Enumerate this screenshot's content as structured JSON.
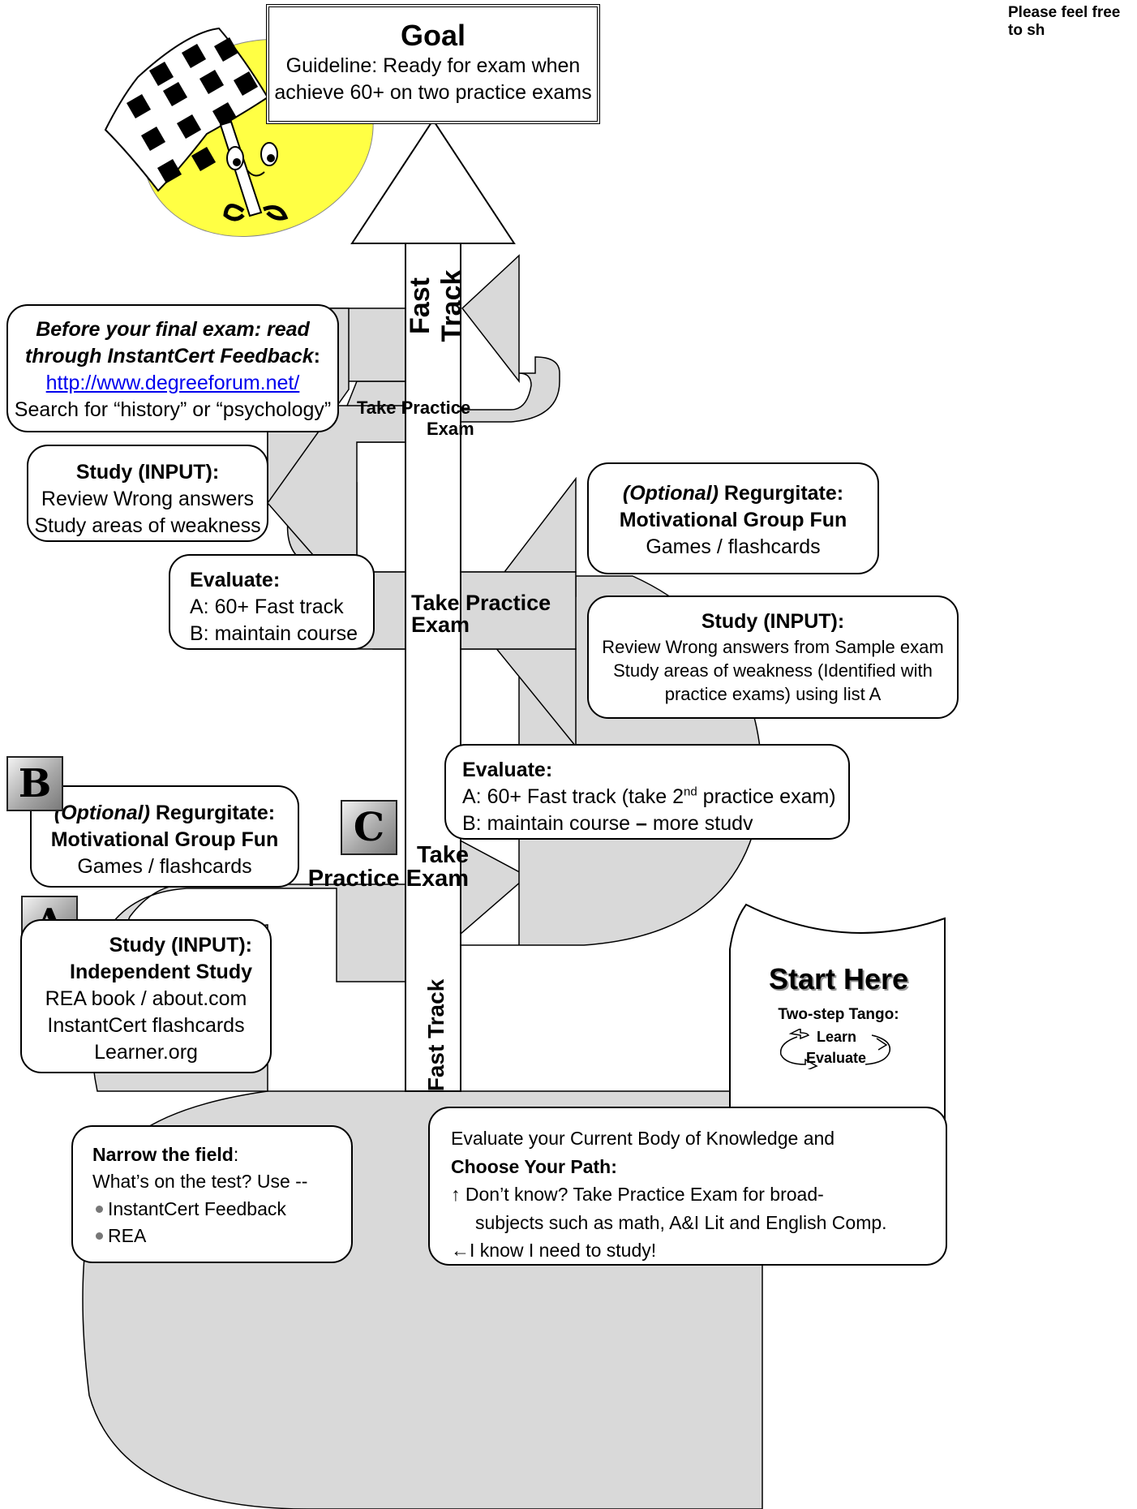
{
  "corner_note": "Please feel free to sh",
  "goal": {
    "title": "Goal",
    "lines": [
      "Guideline: Ready for exam when",
      "achieve 60+ on two practice exams"
    ]
  },
  "fast_track_top": "Fast Track",
  "fast_track_bottom": "Fast Track",
  "before_final": {
    "line1": "Before your final exam: read",
    "line2_italic": "through InstantCert Feedback",
    "line2_end": ":",
    "url": "http://www.degreeforum.net/",
    "search": "Search for “history” or “psychology”"
  },
  "take_practice_1": {
    "line1": "Take Practice",
    "line2": "Exam"
  },
  "study_top_left": {
    "title": "Study (INPUT):",
    "lines": [
      "Review Wrong answers",
      "Study areas of weakness"
    ]
  },
  "optional_top_right": {
    "italic": "(Optional)",
    "title": " Regurgitate:",
    "subtitle": "Motivational Group Fun",
    "body": "Games / flashcards"
  },
  "evaluate_mid": {
    "title": "Evaluate:",
    "lines": [
      "A: 60+ Fast track",
      "B: maintain course"
    ]
  },
  "take_practice_2": {
    "line1": "Take Practice",
    "line2": "Exam"
  },
  "study_right": {
    "title": "Study (INPUT):",
    "lines": [
      "Review Wrong answers from Sample exam",
      "Study areas of weakness (Identified with",
      "practice exams) using list A"
    ]
  },
  "evaluate_lower": {
    "title": "Evaluate:",
    "line_a_pre": "A: 60+ Fast track (take 2",
    "line_a_sup": "nd",
    "line_a_post": " practice exam)",
    "line_b_pre": "B: maintain course ",
    "line_b_dash": "–",
    "line_b_post": " more studv"
  },
  "badges": {
    "a": "A",
    "b": "B",
    "c": "C"
  },
  "optional_left": {
    "italic": "(Optional)",
    "title": " Regurgitate:",
    "subtitle": "Motivational Group Fun",
    "body": "Games / flashcards"
  },
  "take_practice_3": {
    "line1": "Take",
    "line2": "Practice Exam"
  },
  "study_a": {
    "title": "Study (INPUT):",
    "subtitle": "Independent Study",
    "lines": [
      "REA book / about.com",
      "InstantCert flashcards",
      "Learner.org"
    ]
  },
  "start_here": {
    "title": "Start Here",
    "subtitle": "Two-step Tango:",
    "learn": "Learn",
    "evaluate": "Evaluate"
  },
  "narrow": {
    "title": "Narrow the field",
    "colon": ":",
    "line": "What’s on the test? Use --",
    "bullets": [
      "InstantCert Feedback",
      "REA"
    ]
  },
  "choose": {
    "line1": "Evaluate your Current Body of Knowledge and",
    "title": "Choose Your Path:",
    "up_arrow": "🡅",
    "up_line1": "Don’t know? Take Practice Exam for broad-",
    "up_line2": "subjects such as math, A&I Lit and English Comp.",
    "left_arrow": "🡄",
    "left_line": "I know I need to study!"
  },
  "colors": {
    "path_fill": "#d9d9d9",
    "sun": "#ffff44",
    "link": "#0000ee"
  }
}
